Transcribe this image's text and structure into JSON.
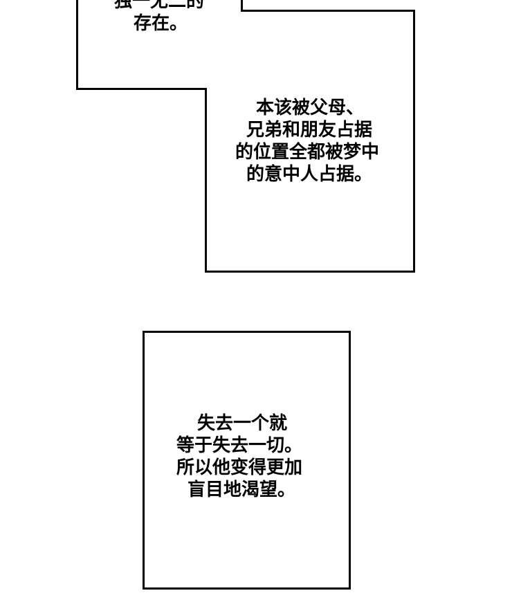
{
  "top_caption": {
    "lines": [
      "独一无二的",
      "存在。"
    ]
  },
  "middle_caption": {
    "lines": [
      "本该被父母、",
      "兄弟和朋友占据",
      "的位置全都被梦中",
      "的意中人占据。"
    ]
  },
  "bottom_caption": {
    "lines": [
      "失去一个就",
      "等于失去一切。",
      "所以他变得更加",
      "盲目地渴望。"
    ]
  }
}
